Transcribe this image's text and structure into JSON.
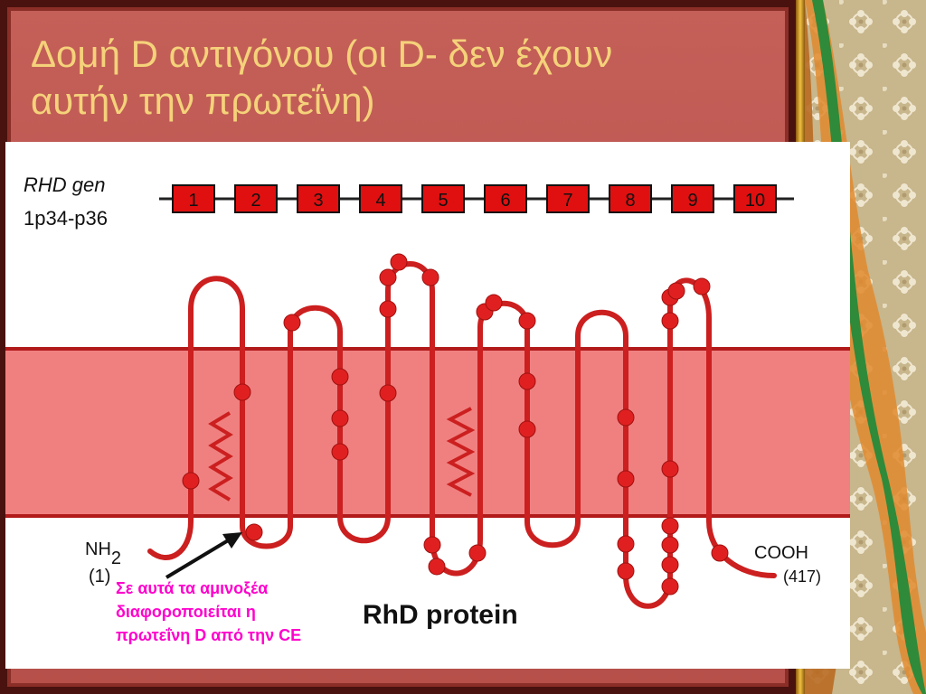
{
  "title": {
    "line1": "Δομή D αντιγόνου (οι D- δεν έχουν",
    "line2": "αυτήν την πρωτεΐνη)"
  },
  "colors": {
    "title": "#f5d27a",
    "slide_background": "#c05b54",
    "membrane": "#f08080",
    "membrane_edge": "#b21a1a",
    "protein_chain": "#cc1f1f",
    "exon_box": "#e01010",
    "note_text": "#ff00cc"
  },
  "gene": {
    "name": "RHD gen",
    "locus": "1p34-p36",
    "exons": [
      "1",
      "2",
      "3",
      "4",
      "5",
      "6",
      "7",
      "8",
      "9",
      "10"
    ]
  },
  "protein": {
    "label": "RhD protein",
    "n_terminus": "NH",
    "n_terminus_subscript": "2",
    "n_position": "(1)",
    "c_terminus": "COOH",
    "c_position": "(417)"
  },
  "annotation": {
    "line1": "Σε αυτά τα αμινοξέα",
    "line2": "διαφοροποιείται η",
    "line3": "πρωτεΐνη D από την CE"
  }
}
